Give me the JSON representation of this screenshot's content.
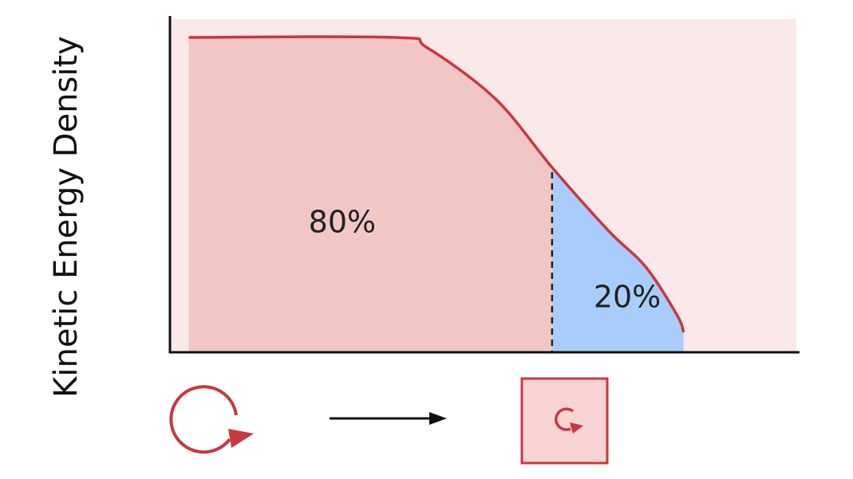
{
  "chart_data": {
    "type": "area",
    "title": "",
    "xlabel": "",
    "ylabel": "Kinetic Energy Density",
    "xlim": [
      0,
      10
    ],
    "ylim": [
      0,
      10
    ],
    "grid": false,
    "split_x": 6.1,
    "series": [
      {
        "x": [
          0.3,
          3.6,
          4.1,
          5.2,
          6.1,
          7.0,
          7.6,
          8.1,
          8.2
        ],
        "y": [
          9.45,
          9.45,
          9.15,
          7.6,
          5.55,
          3.65,
          2.55,
          1.1,
          0.6
        ]
      }
    ],
    "regions": [
      {
        "label": "80%",
        "x_range": [
          0.3,
          6.1
        ],
        "color": "#f3c6c6"
      },
      {
        "label": "20%",
        "x_range": [
          6.1,
          8.2
        ],
        "color": "#a9cdfa"
      }
    ],
    "colors": {
      "curve": "#c8383f",
      "plot_background": "#fbe8e8",
      "axis": "#111111"
    },
    "annotations": [
      {
        "name": "large-eddy-icon"
      },
      {
        "name": "cascade-arrow"
      },
      {
        "name": "small-eddy-icon"
      }
    ]
  }
}
